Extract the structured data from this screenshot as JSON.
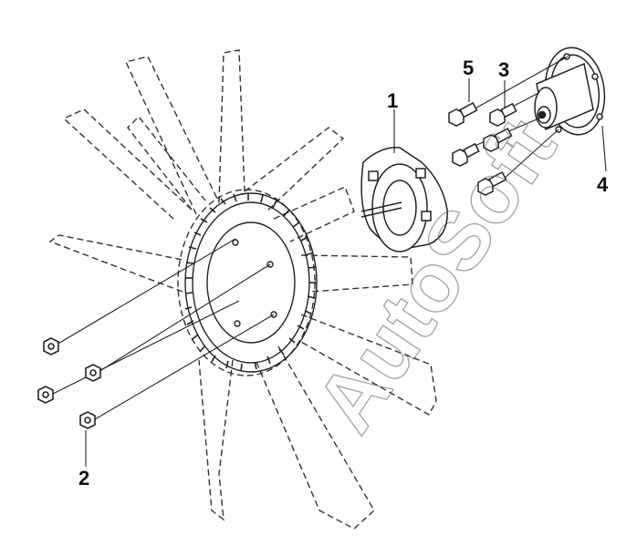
{
  "diagram": {
    "callouts": [
      {
        "id": "1",
        "label": "1"
      },
      {
        "id": "2",
        "label": "2"
      },
      {
        "id": "3",
        "label": "3"
      },
      {
        "id": "4",
        "label": "4"
      },
      {
        "id": "5",
        "label": "5"
      }
    ],
    "watermark": "AutoSoft",
    "colors": {
      "line": "#222222",
      "dash": "#333333",
      "text": "#111111"
    }
  }
}
